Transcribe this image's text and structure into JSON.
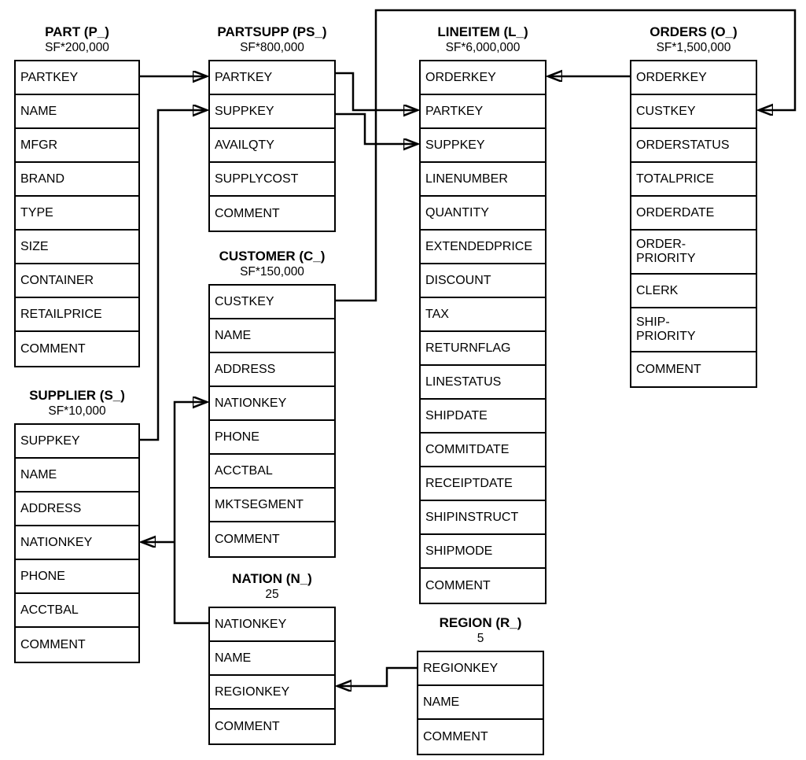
{
  "tables": {
    "part": {
      "title": "PART (P_)",
      "cardinality": "SF*200,000",
      "columns": [
        "PARTKEY",
        "NAME",
        "MFGR",
        "BRAND",
        "TYPE",
        "SIZE",
        "CONTAINER",
        "RETAILPRICE",
        "COMMENT"
      ]
    },
    "partsupp": {
      "title": "PARTSUPP (PS_)",
      "cardinality": "SF*800,000",
      "columns": [
        "PARTKEY",
        "SUPPKEY",
        "AVAILQTY",
        "SUPPLYCOST",
        "COMMENT"
      ]
    },
    "lineitem": {
      "title": "LINEITEM (L_)",
      "cardinality": "SF*6,000,000",
      "columns": [
        "ORDERKEY",
        "PARTKEY",
        "SUPPKEY",
        "LINENUMBER",
        "QUANTITY",
        "EXTENDEDPRICE",
        "DISCOUNT",
        "TAX",
        "RETURNFLAG",
        "LINESTATUS",
        "SHIPDATE",
        "COMMITDATE",
        "RECEIPTDATE",
        "SHIPINSTRUCT",
        "SHIPMODE",
        "COMMENT"
      ]
    },
    "orders": {
      "title": "ORDERS (O_)",
      "cardinality": "SF*1,500,000",
      "columns": [
        "ORDERKEY",
        "CUSTKEY",
        "ORDERSTATUS",
        "TOTALPRICE",
        "ORDERDATE",
        "ORDER-\nPRIORITY",
        "CLERK",
        "SHIP-\nPRIORITY",
        "COMMENT"
      ]
    },
    "supplier": {
      "title": "SUPPLIER (S_)",
      "cardinality": "SF*10,000",
      "columns": [
        "SUPPKEY",
        "NAME",
        "ADDRESS",
        "NATIONKEY",
        "PHONE",
        "ACCTBAL",
        "COMMENT"
      ]
    },
    "customer": {
      "title": "CUSTOMER (C_)",
      "cardinality": "SF*150,000",
      "columns": [
        "CUSTKEY",
        "NAME",
        "ADDRESS",
        "NATIONKEY",
        "PHONE",
        "ACCTBAL",
        "MKTSEGMENT",
        "COMMENT"
      ]
    },
    "nation": {
      "title": "NATION (N_)",
      "cardinality": "25",
      "columns": [
        "NATIONKEY",
        "NAME",
        "REGIONKEY",
        "COMMENT"
      ]
    },
    "region": {
      "title": "REGION (R_)",
      "cardinality": "5",
      "columns": [
        "REGIONKEY",
        "NAME",
        "COMMENT"
      ]
    }
  },
  "relationships": [
    {
      "from": "PART.PARTKEY",
      "to": "PARTSUPP.PARTKEY"
    },
    {
      "from": "SUPPLIER.SUPPKEY",
      "to": "PARTSUPP.SUPPKEY"
    },
    {
      "from": "PARTSUPP.PARTKEY",
      "to": "LINEITEM.PARTKEY"
    },
    {
      "from": "PARTSUPP.SUPPKEY",
      "to": "LINEITEM.SUPPKEY"
    },
    {
      "from": "ORDERS.ORDERKEY",
      "to": "LINEITEM.ORDERKEY"
    },
    {
      "from": "CUSTOMER.CUSTKEY",
      "to": "ORDERS.CUSTKEY"
    },
    {
      "from": "NATION.NATIONKEY",
      "to": "CUSTOMER.NATIONKEY"
    },
    {
      "from": "NATION.NATIONKEY",
      "to": "SUPPLIER.NATIONKEY"
    },
    {
      "from": "REGION.REGIONKEY",
      "to": "NATION.REGIONKEY"
    }
  ],
  "colors": {
    "line": "#000000",
    "text": "#000000",
    "background": "#ffffff"
  }
}
